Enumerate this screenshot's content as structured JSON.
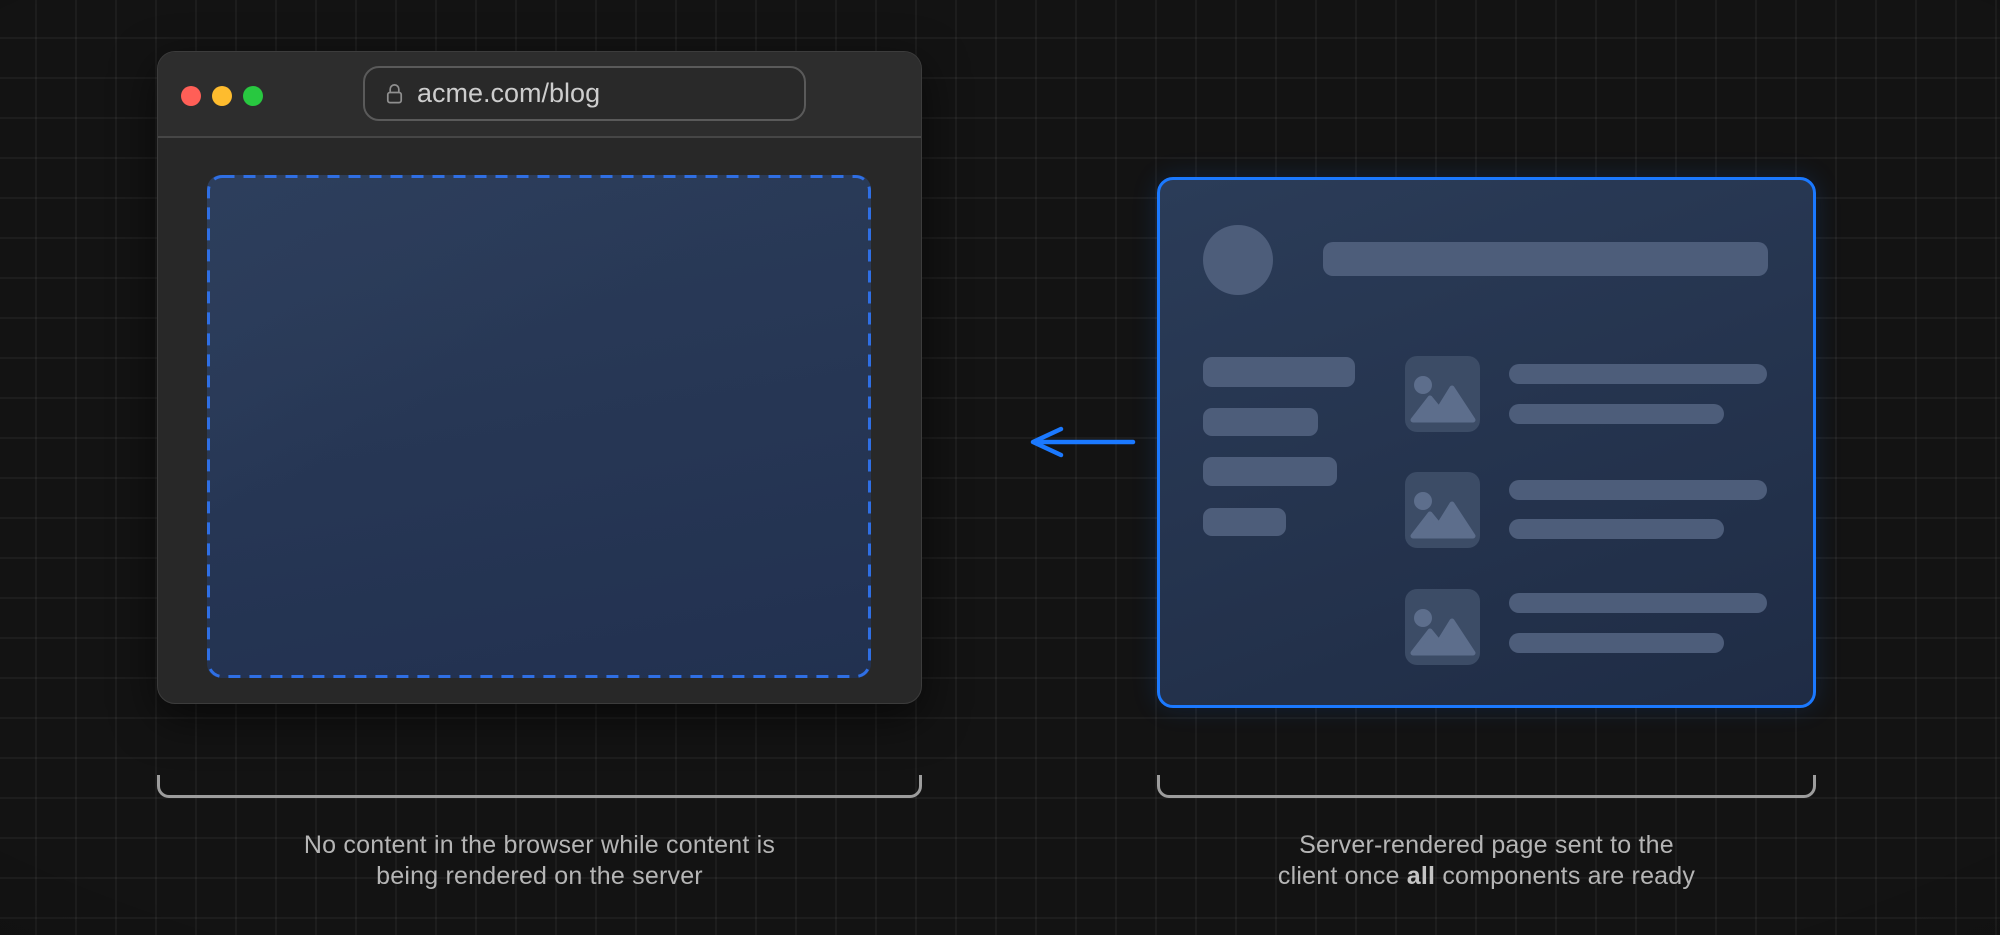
{
  "browser": {
    "url": "acme.com/blog"
  },
  "captions": {
    "left_line1": "No content in the browser while content is",
    "left_line2": "being rendered on the server",
    "right_line1": "Server-rendered page sent to the",
    "right_line2_pre": "client once ",
    "right_line2_bold": "all",
    "right_line2_post": " components are ready"
  },
  "icons": {
    "lock": "lock-icon",
    "image_placeholder": "image-icon",
    "arrow": "arrow-left-icon"
  },
  "colors": {
    "accent_blue": "#1b79ff",
    "dash_blue": "#2f6fe4",
    "traffic_red": "#ff5f57",
    "traffic_yellow": "#febc2e",
    "traffic_green": "#28c840",
    "panel_navy_top": "#2b3c58",
    "panel_navy_bottom": "#1f2c45",
    "skeleton_bar": "#4d5d7a",
    "image_placeholder_bg": "#3c4c66",
    "image_glyph": "#5d6e8c",
    "bracket_gray": "#9d9d9d",
    "caption_gray": "#b5b5b5",
    "window_gray": "#2d2d2d",
    "background": "#131313"
  }
}
